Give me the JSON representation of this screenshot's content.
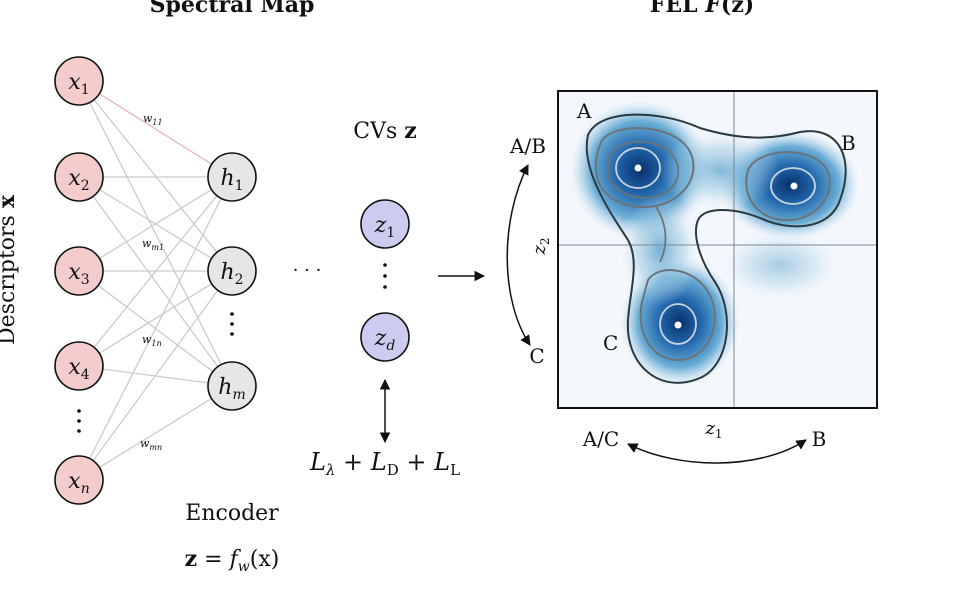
{
  "titles": {
    "left": "Spectral Map",
    "right_prefix": "FEL ",
    "right_func": "F",
    "right_arg": "(z)"
  },
  "network": {
    "axis_label_prefix": "Descriptors ",
    "axis_label_var": "x",
    "input_nodes": [
      {
        "base": "x",
        "sub": "1"
      },
      {
        "base": "x",
        "sub": "2"
      },
      {
        "base": "x",
        "sub": "3"
      },
      {
        "base": "x",
        "sub": "4"
      },
      {
        "base": "x",
        "sub": "n"
      }
    ],
    "hidden_nodes": [
      {
        "base": "h",
        "sub": "1"
      },
      {
        "base": "h",
        "sub": "2"
      },
      {
        "base": "h",
        "sub": "m"
      }
    ],
    "weight_labels": [
      {
        "base": "w",
        "sub": "11"
      },
      {
        "base": "w",
        "sub": "m1"
      },
      {
        "base": "w",
        "sub": "1n"
      },
      {
        "base": "w",
        "sub": "mn"
      }
    ],
    "encoder_label": "Encoder",
    "encoder_formula": {
      "lhs": "z",
      "eq": " = ",
      "func": "f",
      "func_sub": "w",
      "arg": "(x)"
    },
    "ellipsis_h": "· · ·"
  },
  "cvs": {
    "label_prefix": "CVs ",
    "label_var": "z",
    "nodes": [
      {
        "base": "z",
        "sub": "1"
      },
      {
        "base": "z",
        "sub": "d"
      }
    ],
    "loss": [
      {
        "base": "L",
        "sub": "λ"
      },
      {
        "base": "L",
        "sub": "D"
      },
      {
        "base": "L",
        "sub": "L"
      }
    ],
    "plus": " + "
  },
  "fel": {
    "state_labels": {
      "a": "A",
      "b": "B",
      "c": "C"
    },
    "yaxis": {
      "base": "z",
      "sub": "2"
    },
    "xaxis": {
      "base": "z",
      "sub": "1"
    },
    "left_arrow": {
      "top": "A/B",
      "bottom": "C"
    },
    "bottom_arrow": {
      "left": "A/C",
      "right": "B"
    }
  },
  "colors": {
    "input_fill": "#f4cccc",
    "hidden_fill": "#e6e6e6",
    "cv_fill": "#ccccf0",
    "edge": "#cccccc",
    "edge_highlight": "#e8b4b4",
    "contour_outer": "#2b3a40",
    "contour_mid": "#6b7478",
    "contour_inner": "#c8d4dc"
  }
}
